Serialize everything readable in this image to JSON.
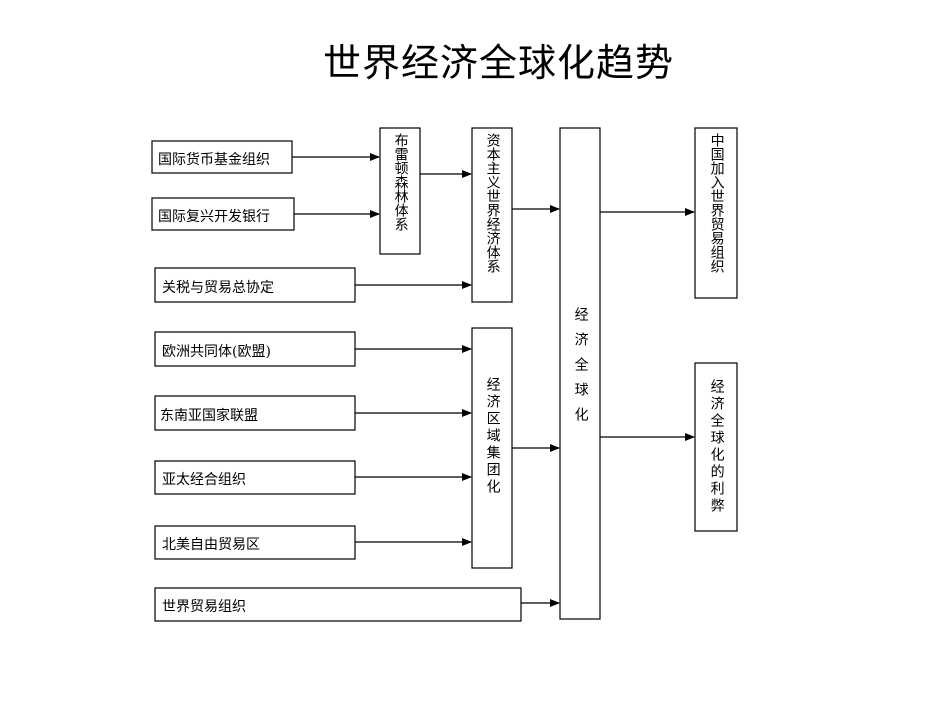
{
  "title": "世界经济全球化趋势",
  "nodes": {
    "imf": "国际货币基金组织",
    "world_bank": "国际复兴开发银行",
    "gatt": "关税与贸易总协定",
    "eu": "欧洲共同体(欧盟)",
    "asean": "东南亚国家联盟",
    "apec": "亚太经合组织",
    "nafta": "北美自由贸易区",
    "wto": "世界贸易组织",
    "bretton_woods": "布雷顿森林体系",
    "capitalist_system": "资本主义世界经济体系",
    "regional_integration": "经济区域集团化",
    "globalization": "经济全球化",
    "china_wto": "中国加入世界贸易组织",
    "pros_cons": "经济全球化的利弊"
  }
}
